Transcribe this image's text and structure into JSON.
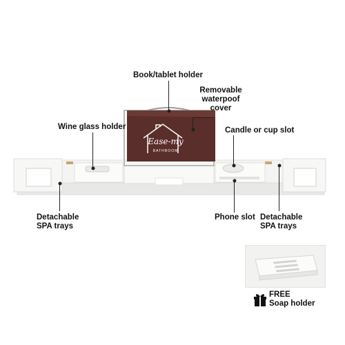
{
  "labels": {
    "book_holder": "Book/tablet holder",
    "removable_cover_line1": "Removable",
    "removable_cover_line2": "waterpoof",
    "removable_cover_line3": "cover",
    "wine_glass": "Wine glass holder",
    "candle_slot": "Candle or cup slot",
    "spa_left_line1": "Detachable",
    "spa_left_line2": "SPA trays",
    "phone_slot": "Phone slot",
    "spa_right_line1": "Detachable",
    "spa_right_line2": "SPA trays",
    "free": "FREE",
    "soap_holder": "Soap holder"
  },
  "logo_text": "Ease-my",
  "logo_sub": "BATHROOM",
  "icons": [
    "gift-icon"
  ],
  "colors": {
    "cover_brown": "#5a2e2a",
    "tray_white": "#f4f4f2",
    "wood_slot": "#c9a56a"
  }
}
